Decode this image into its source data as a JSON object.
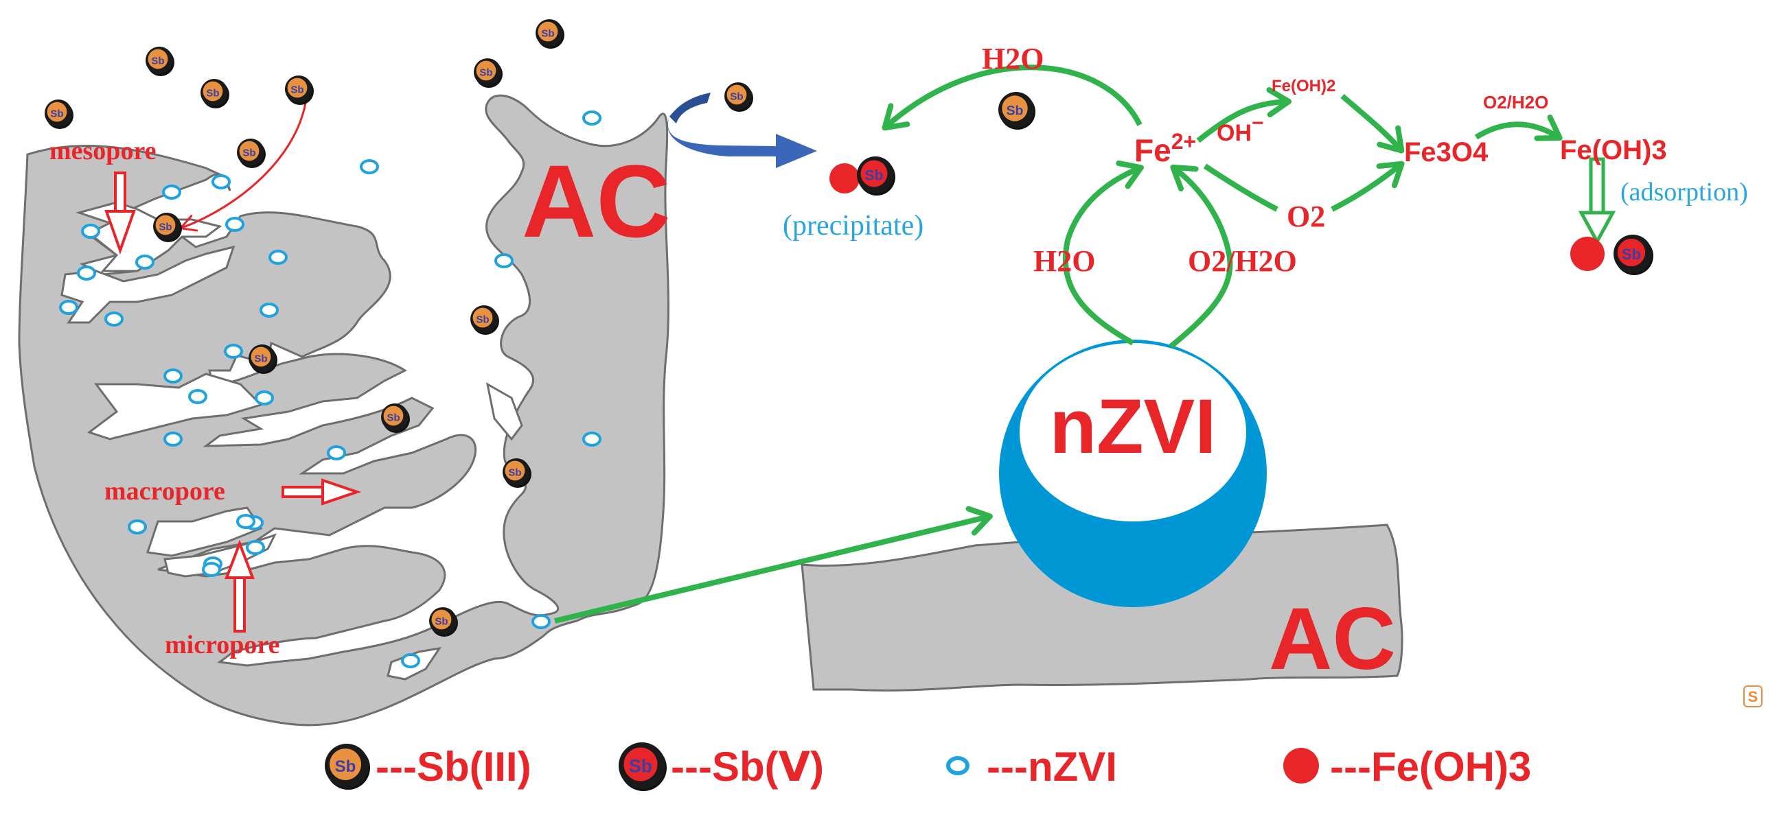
{
  "colors": {
    "ac_gray": "#c3c3c3",
    "outline": "#6e6e6e",
    "red": "#e8262a",
    "green": "#2fb34a",
    "blue": "#0097d7",
    "blue_text": "#29a6e0",
    "arrow_blue": "#3a67b8",
    "sb3_orange": "#e89240",
    "sb_dark": "#1a1a1a"
  },
  "particle": {
    "sb3_label": "Sb",
    "sb5_label": "Sb"
  },
  "left": {
    "ac_label": "AC",
    "mesopore_label": "mesopore",
    "macropore_label": "macropore",
    "micropore_label": "micropore"
  },
  "reaction": {
    "h2o_top": "H2O",
    "precipitate": "(precipitate)",
    "fe2_base": "Fe",
    "fe2_sup": "2+",
    "oh_base": "OH",
    "oh_sup": "−",
    "feoh2": "Fe(OH)2",
    "fe3o4": "Fe3O4",
    "o2_h2o_small": "O2/H2O",
    "feoh3": "Fe(OH)3",
    "adsorption": "(adsorption)",
    "o2": "O2",
    "h2o_left": "H2O",
    "o2_h2o": "O2/H2O",
    "nzvi": "nZVI",
    "ac_right": "AC"
  },
  "legend": {
    "items": [
      {
        "text": "---Sb(III)",
        "icon": "sb3-particle-icon"
      },
      {
        "text": "---Sb(Ⅴ)",
        "icon": "sb5-particle-icon"
      },
      {
        "text": "---nZVI",
        "icon": "nzvi-particle-icon"
      },
      {
        "text": "---Fe(OH)3",
        "icon": "feoh3-dot-icon"
      }
    ]
  },
  "watermark": "S"
}
